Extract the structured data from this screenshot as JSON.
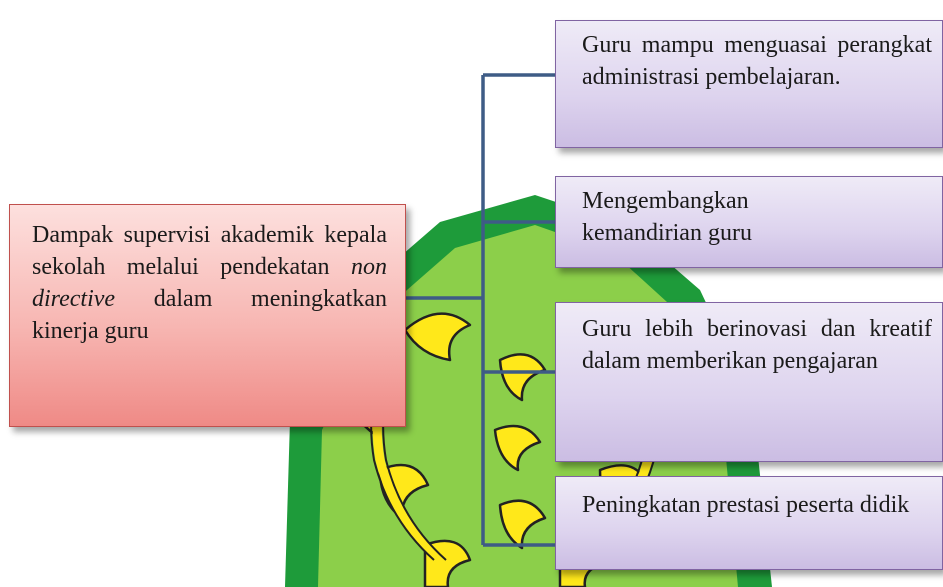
{
  "main_box": {
    "text_before": "Dampak supervisi akademik kepala sekolah melalui pendekatan ",
    "text_italic": "non directive",
    "text_after": " dalam meningkatkan kinerja guru"
  },
  "outcomes": [
    {
      "text": "Guru mampu menguasai perangkat administrasi pembelajaran."
    },
    {
      "text": "Mengembangkan kemandirian guru"
    },
    {
      "text": "Guru lebih berinovasi dan kreatif dalam memberikan pengajaran"
    },
    {
      "text": "Peningkatan prestasi peserta didik"
    }
  ],
  "colors": {
    "main_border": "#c0504d",
    "outcome_border": "#8064a2",
    "connector": "#3e5c86",
    "logo_dark_green": "#1e9b3a",
    "logo_light_green": "#8ccf4a",
    "logo_yellow": "#ffe81a"
  },
  "icons": [
    "watermark-emblem"
  ]
}
